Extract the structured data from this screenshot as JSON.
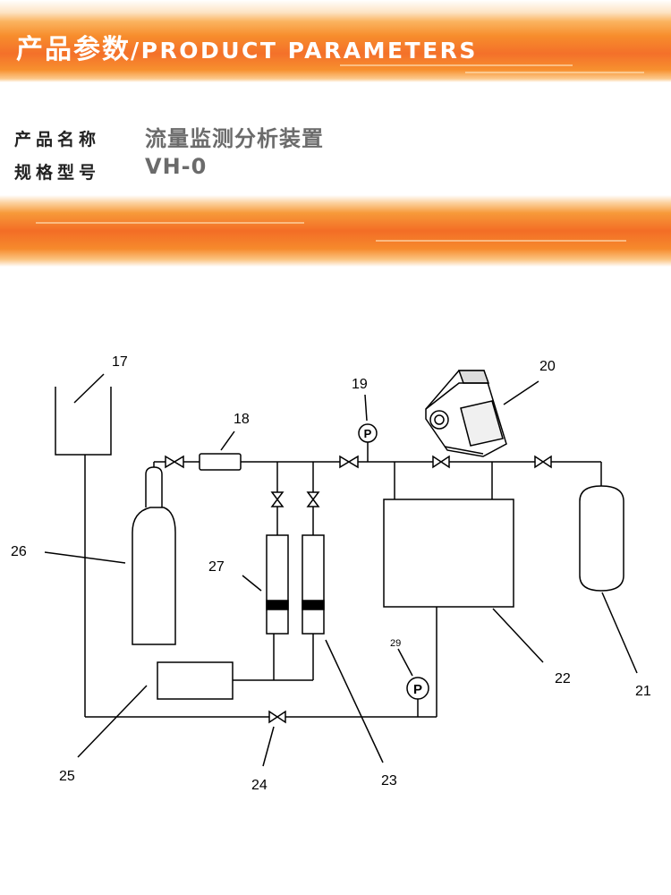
{
  "header": {
    "title_cn": "产品参数",
    "title_en": "/PRODUCT PARAMETERS"
  },
  "params": [
    {
      "label": "产品名称",
      "value": "流量监测分析装置"
    },
    {
      "label": "规格型号",
      "value": "VH-0"
    }
  ],
  "diagram": {
    "labels": {
      "l17": "17",
      "l18": "18",
      "l19": "19",
      "l20": "20",
      "l21": "21",
      "l22": "22",
      "l23": "23",
      "l24": "24",
      "l25": "25",
      "l26": "26",
      "l27": "27",
      "l29": "29"
    },
    "gauge_symbol": "P"
  },
  "colors": {
    "banner_orange": "#f4702a",
    "banner_light": "#fbb460",
    "param_value_gray": "#6b6b6b",
    "line": "#000000"
  }
}
